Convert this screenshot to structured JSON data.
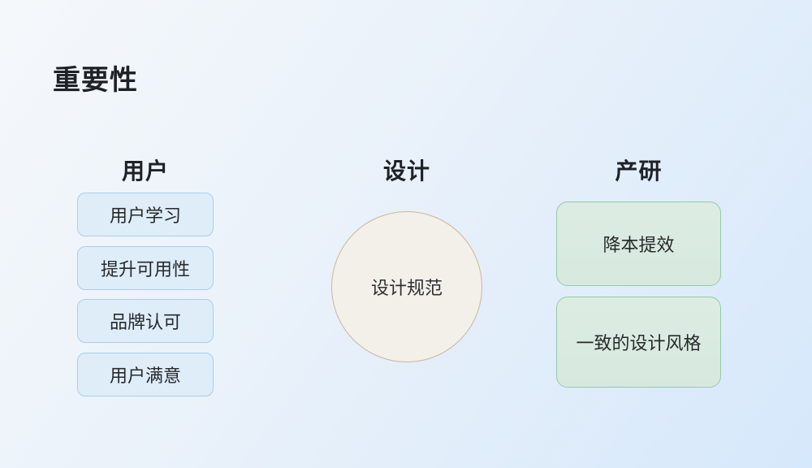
{
  "title": "重要性",
  "columns": [
    {
      "header": "用户",
      "items": [
        "用户学习",
        "提升可用性",
        "品牌认可",
        "用户满意"
      ]
    },
    {
      "header": "设计",
      "circle_label": "设计规范"
    },
    {
      "header": "产研",
      "items": [
        "降本提效",
        "一致的设计风格"
      ]
    }
  ],
  "colors": {
    "background_start": "#f5f8fb",
    "background_end": "#d6e8fb",
    "heading_text": "#1e2227",
    "blue_box_fill": "#dfedf9",
    "blue_box_border": "#a9cee9",
    "circle_fill": "#f3f0e9",
    "circle_border": "#c9b79b",
    "green_box_fill": "#d9eae1",
    "green_box_border": "#95caa6",
    "body_text": "#27292c"
  }
}
